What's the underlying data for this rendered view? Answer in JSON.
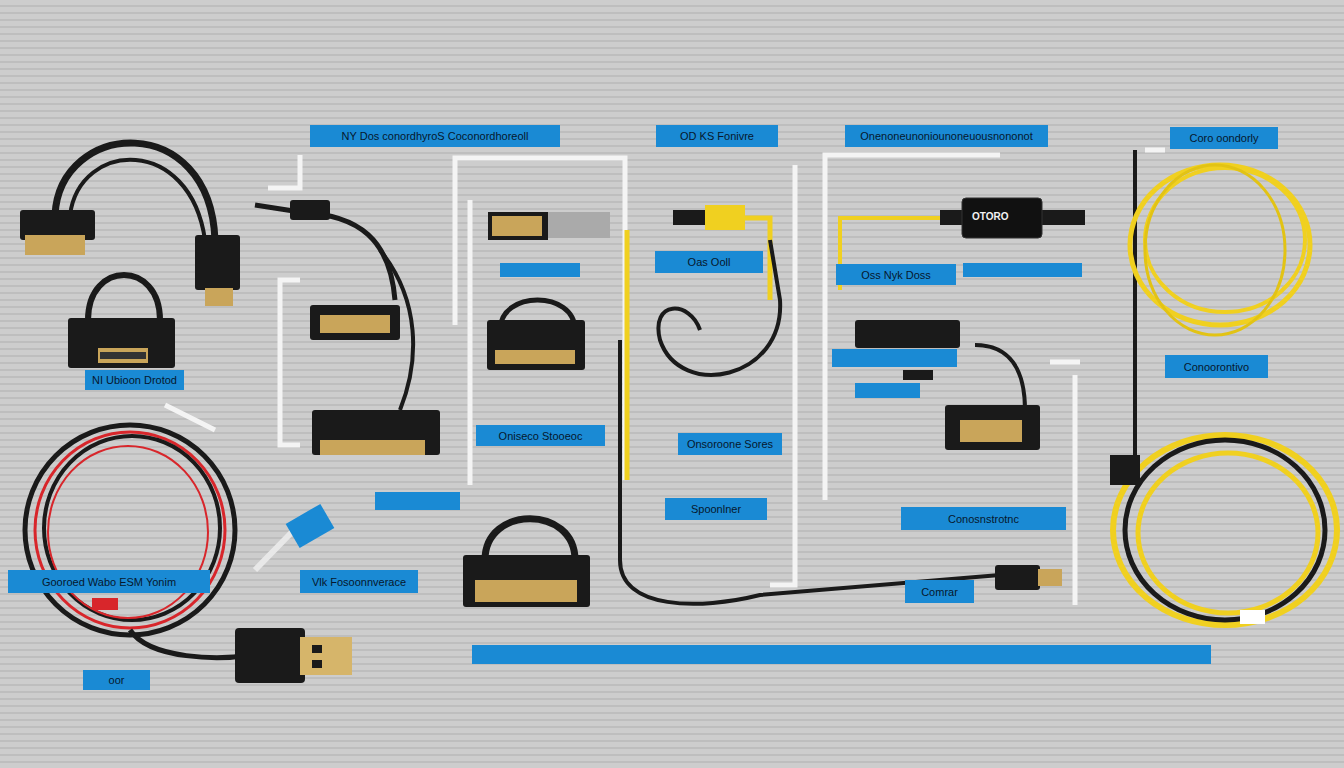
{
  "diagram": {
    "nodes": [
      {
        "text": [
          "NY Dos conordhyroS Coconordhoreoll"
        ]
      },
      {
        "text": [
          "OD KS Fonivre"
        ]
      },
      {
        "text": [
          "Onenoneunoniounoneuousnononot"
        ]
      },
      {
        "text": [
          "Coro oondorly"
        ]
      },
      {
        "text": [
          "Oas Ooll"
        ]
      },
      {
        "text": [
          "Oss Nyk Doss"
        ]
      },
      {
        "text": [
          "Conoorontivo"
        ]
      },
      {
        "text": [
          "NI Ubioon Drotod"
        ]
      },
      {
        "text": [
          "Oniseco Stooeoc"
        ]
      },
      {
        "text": [
          "Onsoroone Sores"
        ]
      },
      {
        "text": [
          "Spoonlner"
        ]
      },
      {
        "text": [
          "Conosnstrotnc"
        ]
      },
      {
        "text": [
          "Gooroed Wabo ESM Yonim"
        ]
      },
      {
        "text": [
          "Vlk Fosoonnverace"
        ]
      },
      {
        "text": [
          "Comrar"
        ]
      },
      {
        "text": [
          "oor"
        ]
      }
    ],
    "labels": [
      "OTORO"
    ]
  }
}
